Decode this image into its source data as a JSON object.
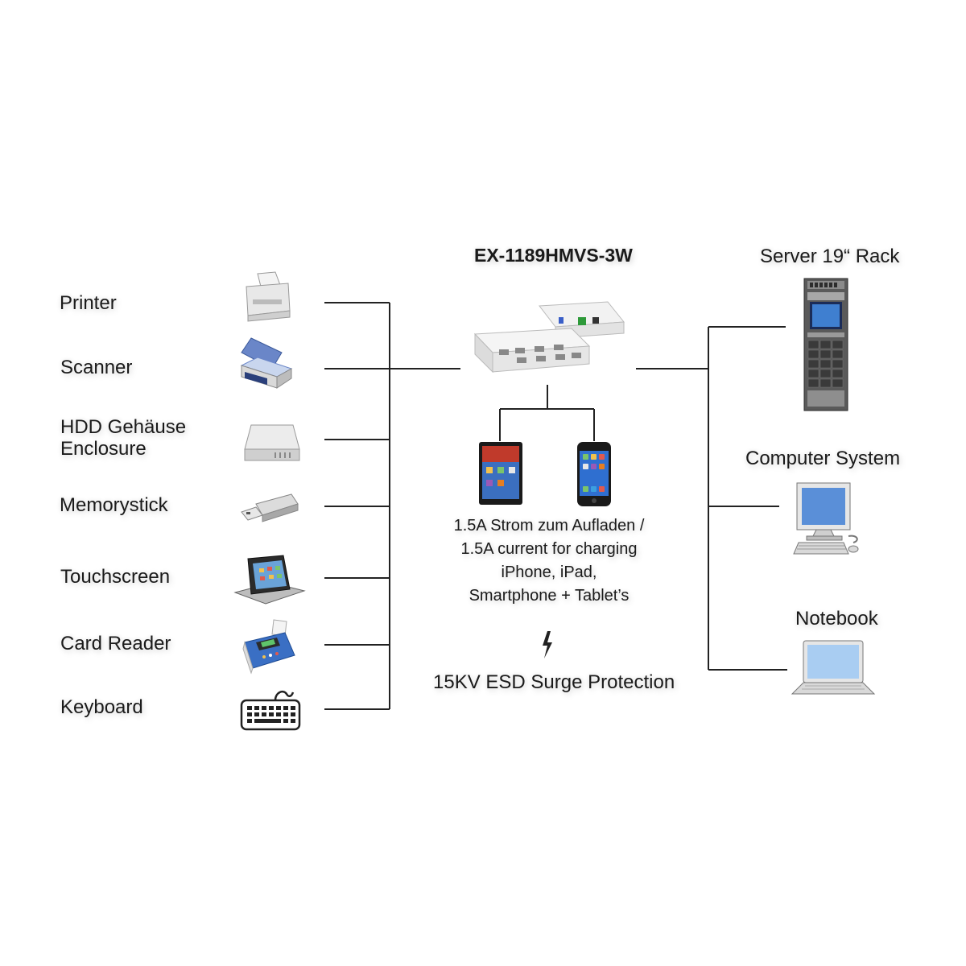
{
  "hub": {
    "title": "EX-1189HMVS-3W"
  },
  "left_devices": [
    {
      "label": "Printer",
      "icon": "printer-icon"
    },
    {
      "label": "Scanner",
      "icon": "scanner-icon"
    },
    {
      "label_line1": "HDD Gehäuse",
      "label_line2": "Enclosure",
      "icon": "hdd-enclosure-icon"
    },
    {
      "label": "Memorystick",
      "icon": "usb-stick-icon"
    },
    {
      "label": "Touchscreen",
      "icon": "pos-touchscreen-icon"
    },
    {
      "label": "Card Reader",
      "icon": "card-reader-icon"
    },
    {
      "label": "Keyboard",
      "icon": "keyboard-icon"
    }
  ],
  "right_hosts": [
    {
      "label": "Server 19“ Rack",
      "icon": "server-rack-icon"
    },
    {
      "label": "Computer System",
      "icon": "desktop-computer-icon"
    },
    {
      "label": "Notebook",
      "icon": "notebook-icon"
    }
  ],
  "charging": {
    "line1": "1.5A Strom zum Aufladen /",
    "line2": "1.5A current for charging",
    "line3": "iPhone, iPad,",
    "line4": "Smartphone + Tablet’s",
    "devices": [
      "tablet-icon",
      "smartphone-icon"
    ]
  },
  "esd": {
    "label": "15KV ESD Surge Protection",
    "icon": "lightning-icon"
  },
  "colors": {
    "line": "#222222",
    "text": "#1a1a1a"
  }
}
